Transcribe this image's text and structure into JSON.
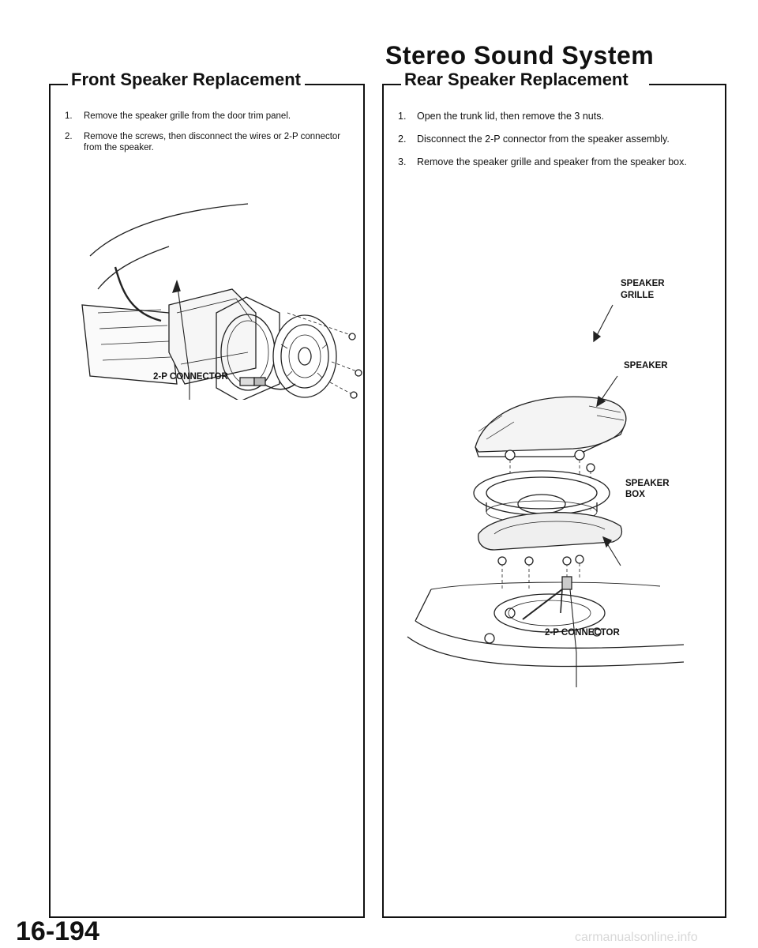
{
  "page": {
    "title": "Stereo Sound System",
    "page_number": "16-194",
    "watermark": "carmanualsonline.info"
  },
  "front": {
    "heading": "Front Speaker Replacement",
    "steps": [
      {
        "num": "1.",
        "text": "Remove the speaker grille from the door trim panel."
      },
      {
        "num": "2.",
        "text": "Remove the screws, then disconnect the wires or 2-P connector from the speaker."
      }
    ],
    "callouts": {
      "connector": "2-P CONNECTOR"
    }
  },
  "rear": {
    "heading": "Rear Speaker Replacement",
    "steps": [
      {
        "num": "1.",
        "text": "Open the trunk lid, then remove the 3 nuts."
      },
      {
        "num": "2.",
        "text": "Disconnect the 2-P connector from the speaker assembly."
      },
      {
        "num": "3.",
        "text": "Remove the speaker grille and speaker from the speaker box."
      }
    ],
    "callouts": {
      "grille_1": "SPEAKER",
      "grille_2": "GRILLE",
      "speaker": "SPEAKER",
      "box_1": "SPEAKER",
      "box_2": "BOX",
      "connector": "2-P CONNECTOR"
    }
  }
}
